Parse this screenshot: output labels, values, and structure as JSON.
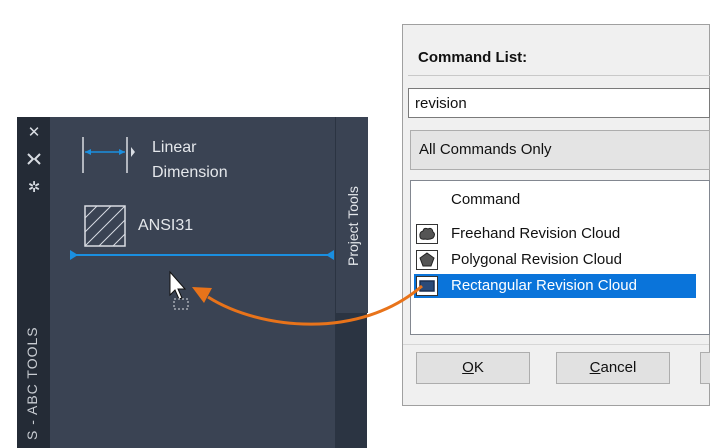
{
  "palette": {
    "title": "S - ABC TOOLS",
    "tab_label": "Project Tools",
    "strip_icons": [
      "close-icon",
      "auto-hide-icon",
      "properties-icon"
    ],
    "tools": [
      {
        "line1": "Linear",
        "line2": "Dimension",
        "icon": "linear-dimension-icon"
      },
      {
        "label": "ANSI31",
        "icon": "hatch-icon"
      }
    ]
  },
  "dialog": {
    "title": "Command List:",
    "search": {
      "value": "revision"
    },
    "filter": {
      "selected": "All Commands Only"
    },
    "list": {
      "header": "Command",
      "items": [
        {
          "label": "Freehand Revision Cloud",
          "icon": "freehand-cloud-icon",
          "selected": false
        },
        {
          "label": "Polygonal Revision Cloud",
          "icon": "polygonal-cloud-icon",
          "selected": false
        },
        {
          "label": "Rectangular Revision Cloud",
          "icon": "rectangular-cloud-icon",
          "selected": true
        }
      ]
    },
    "buttons": {
      "ok": {
        "mnemonic": "O",
        "rest": "K"
      },
      "cancel": {
        "mnemonic": "C",
        "rest": "ancel"
      }
    }
  },
  "colors": {
    "palette_bg": "#3a4353",
    "accent_blue": "#1a8fe0",
    "selection": "#0a74da",
    "drag_arrow": "#e8731a"
  }
}
